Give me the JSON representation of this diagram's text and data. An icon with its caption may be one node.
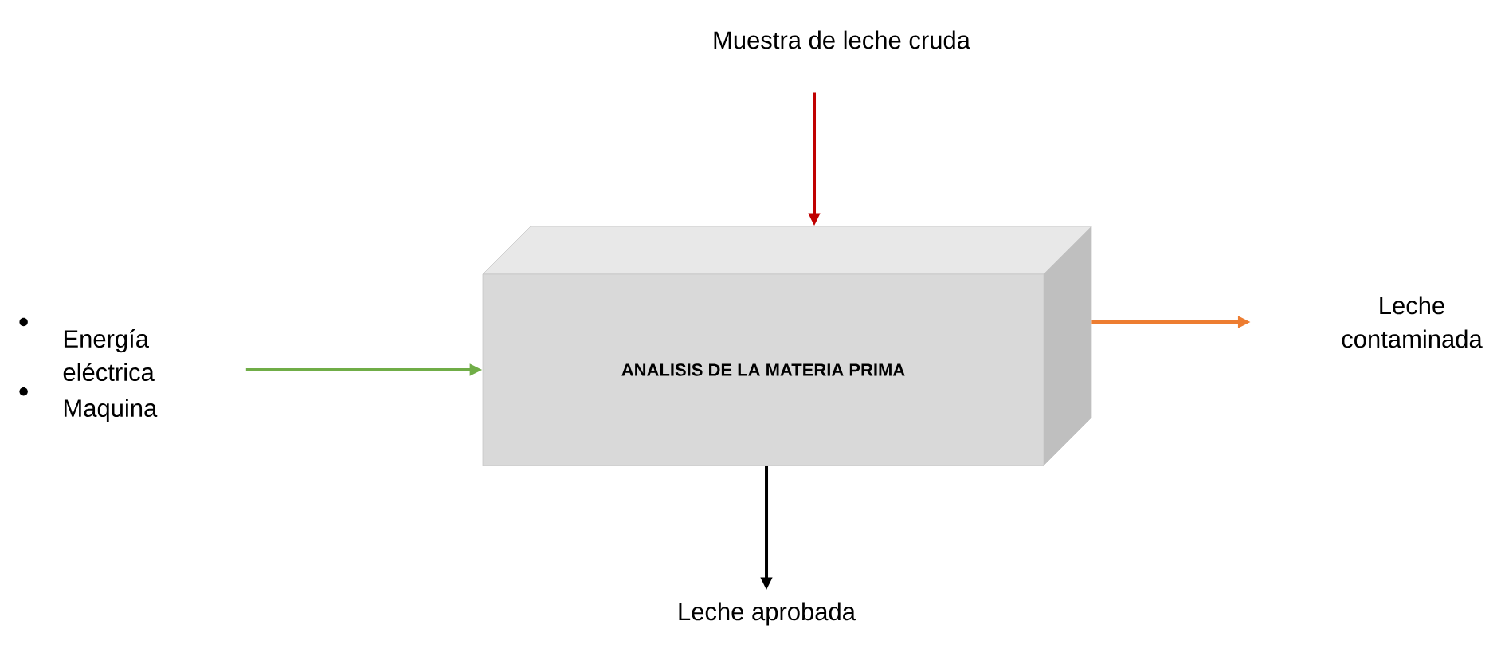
{
  "diagram": {
    "nodes": [
      {
        "text": [
          "Muestra de leche cruda"
        ]
      },
      {
        "text": [
          "Energía eléctrica",
          "Maquina"
        ]
      },
      {
        "text": [
          "ANALISIS DE LA MATERIA PRIMA"
        ]
      },
      {
        "text": [
          "Leche contaminada"
        ]
      },
      {
        "text": [
          "Leche aprobada"
        ]
      }
    ],
    "edges": [
      {
        "from": 0,
        "to": 2,
        "arrow": "to",
        "color": "#c00000"
      },
      {
        "from": 1,
        "to": 2,
        "arrow": "to",
        "color": "#70ad47"
      },
      {
        "from": 2,
        "to": 3,
        "arrow": "to",
        "color": "#ed7d31"
      },
      {
        "from": 2,
        "to": 4,
        "arrow": "to",
        "color": "#000000"
      }
    ]
  }
}
